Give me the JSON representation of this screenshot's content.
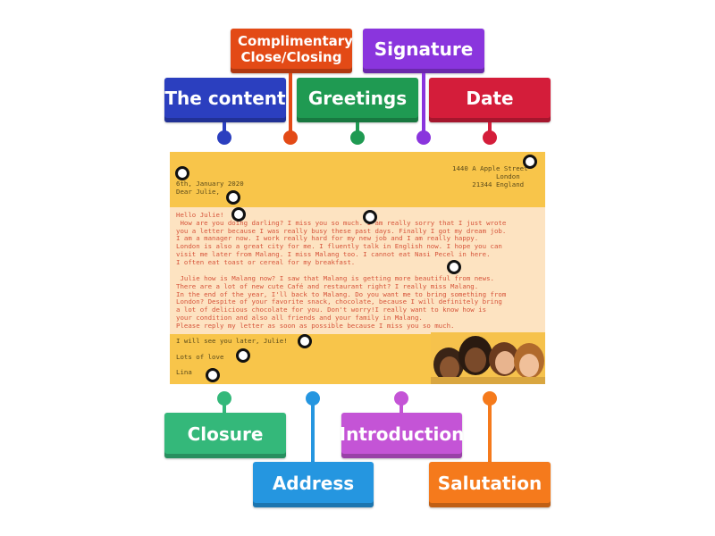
{
  "labels": {
    "complimentary_close": "Complimentary Close/Closing",
    "signature": "Signature",
    "the_content": "The content",
    "greetings": "Greetings",
    "date": "Date",
    "closure": "Closure",
    "address": "Address",
    "introduction": "Introduction",
    "salutation": "Salutation"
  },
  "colors": {
    "blue": "#2b3fbf",
    "orange_red": "#e34a16",
    "green": "#1f9a52",
    "purple": "#8a35dd",
    "red": "#d41d3a",
    "teal_green": "#34b87a",
    "sky_blue": "#2596e0",
    "magenta": "#c454d6",
    "orange": "#f57a1c",
    "letter_bg": "#f8c54a",
    "letter_band": "#fde3c1"
  },
  "letter": {
    "address": "1440 A Apple Street\n           London\n     21344 England",
    "date_greeting": "6th, January 2020\nDear Julie,",
    "body_intro": "Hello Julie!\n How are you doing darling? I miss you so much. I am really sorry that I just wrote\nyou a letter because I was really busy these past days. Finally I got my dream job.\nI am a manager now. I work really hard for my new job and I am really happy.\nLondon is also a great city for me. I fluently talk in English now. I hope you can\nvisit me later from Malang. I miss Malang too. I cannot eat Nasi Pecel in here.\nI often eat toast or cereal for my breakfast.",
    "body_content": " Julie how is Malang now? I saw that Malang is getting more beautiful from news.\nThere are a lot of new cute Café and restaurant right? I really miss Malang.\nIn the end of the year, I'll back to Malang. Do you want me to bring something from\nLondon? Despite of your favorite snack, chocolate, because I will definitely bring\na lot of delicious chocolate for you. Don't worry!I really want to know how is\nyour condition and also all friends and your family in Malang.\nPlease reply my letter as soon as possible because I miss you so much.",
    "closure": "I will see you later, Julie!",
    "complimentary_close": "Lots of love",
    "signature": "Lina"
  }
}
